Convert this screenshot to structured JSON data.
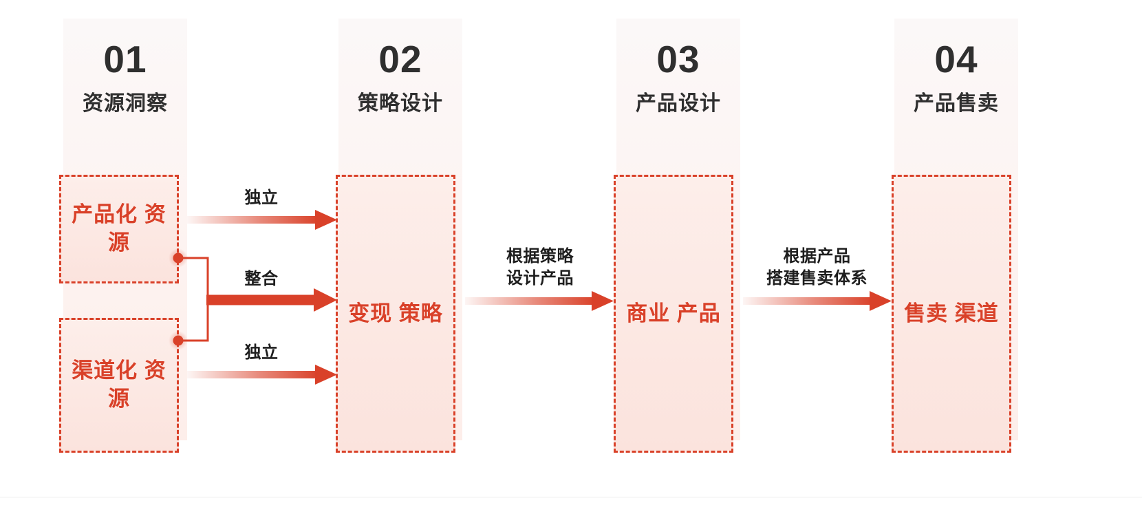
{
  "diagram": {
    "title_sequence": [
      "01",
      "02",
      "03",
      "04"
    ],
    "columns": [
      {
        "number": "01",
        "title": "资源洞察",
        "nodes": [
          {
            "label": "产品化\n资源"
          },
          {
            "label": "渠道化\n资源"
          }
        ]
      },
      {
        "number": "02",
        "title": "策略设计",
        "nodes": [
          {
            "label": "变现\n策略"
          }
        ]
      },
      {
        "number": "03",
        "title": "产品设计",
        "nodes": [
          {
            "label": "商业\n产品"
          }
        ]
      },
      {
        "number": "04",
        "title": "产品售卖",
        "nodes": [
          {
            "label": "售卖\n渠道"
          }
        ]
      }
    ],
    "connectors": [
      {
        "id": "c1-top",
        "label": "独立",
        "style": "gradient-thin"
      },
      {
        "id": "c1-middle",
        "label": "整合",
        "style": "solid-thick"
      },
      {
        "id": "c1-bottom",
        "label": "独立",
        "style": "gradient-thin"
      },
      {
        "id": "c2-c3",
        "label": "根据策略\n设计产品",
        "style": "gradient-thin"
      },
      {
        "id": "c3-c4",
        "label": "根据产品\n搭建售卖体系",
        "style": "gradient-thin"
      }
    ],
    "colors": {
      "accent": "#d94129",
      "accent_dark": "#c93a22",
      "node_text": "#d94129",
      "heading_text": "#2f2f2f",
      "label_text": "#1e1e1e",
      "band_tint": "#fdeeea",
      "box_fill": "#fbe3dd",
      "page_background": "#ffffff",
      "footer_rule": "#ececec"
    }
  }
}
